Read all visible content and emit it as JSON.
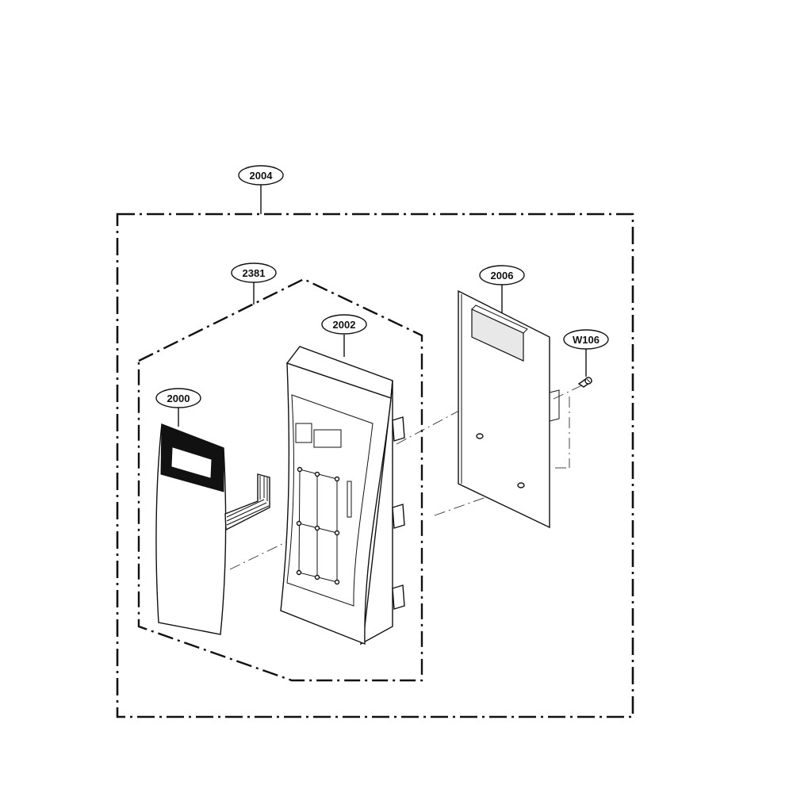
{
  "callouts": {
    "assembly": "2004",
    "subassembly": "2381",
    "frame": "2002",
    "membrane": "2000",
    "pcb": "2006",
    "screw": "W106"
  }
}
